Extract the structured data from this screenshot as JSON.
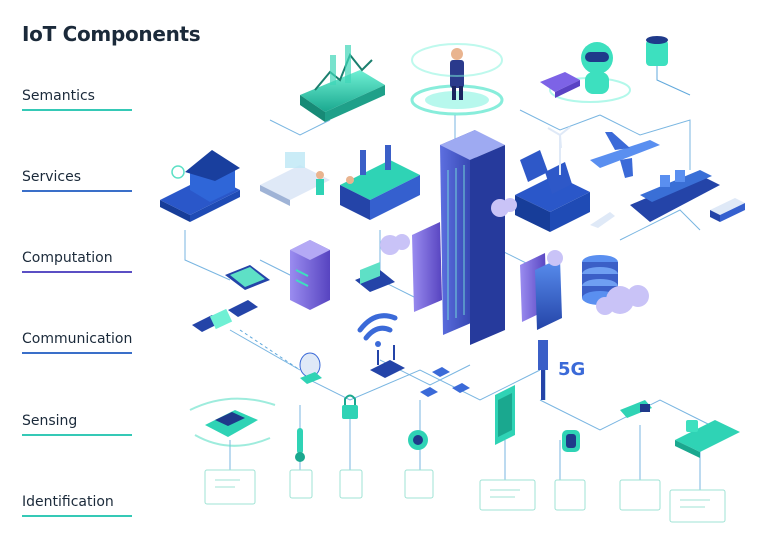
{
  "title": "IoT Components",
  "layers": [
    {
      "label": "Semantics",
      "color": "#35c9b6"
    },
    {
      "label": "Services",
      "color": "#3a6fc9"
    },
    {
      "label": "Computation",
      "color": "#5b4fc4"
    },
    {
      "label": "Communication",
      "color": "#3a6fc9"
    },
    {
      "label": "Sensing",
      "color": "#35c9b6"
    },
    {
      "label": "Identification",
      "color": "#35c9b6"
    }
  ],
  "badge": "5G",
  "colors": {
    "teal": "#2fd3b5",
    "blue": "#3b5fc7",
    "purple": "#6c5bd6",
    "navy": "#1f3a8a",
    "line": "#5aa6d6"
  }
}
